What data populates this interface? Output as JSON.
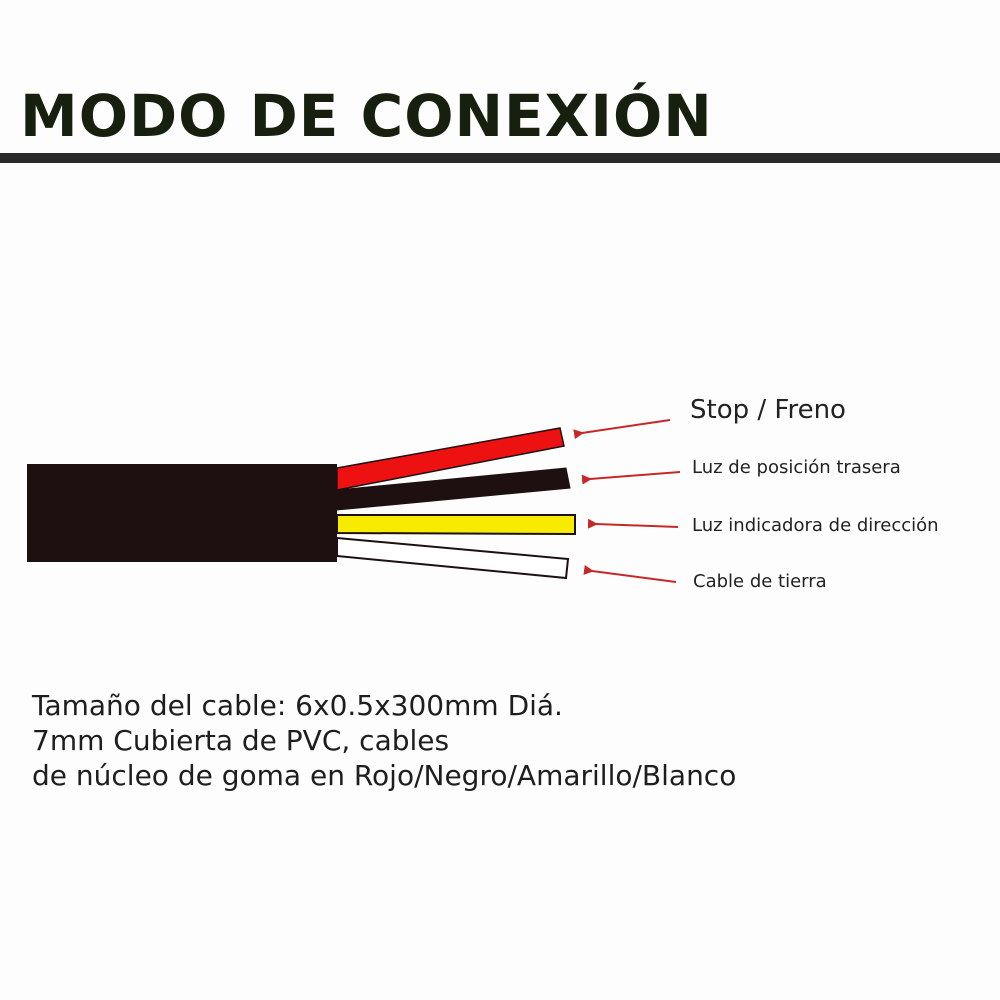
{
  "header": {
    "title": "MODO DE CONEXIÓN"
  },
  "cable": {
    "wires": [
      {
        "color_name": "Rojo",
        "color": "#ee1111",
        "label": "Stop / Freno"
      },
      {
        "color_name": "Negro",
        "color": "#1e1010",
        "label": "Luz de posición trasera"
      },
      {
        "color_name": "Amarillo",
        "color": "#f7ec00",
        "label": "Luz indicadora de dirección"
      },
      {
        "color_name": "Blanco",
        "color": "#ffffff",
        "label": "Cable de tierra"
      }
    ],
    "sheath_color": "#1e1010",
    "arrow_color": "#c62828"
  },
  "description": {
    "lines": [
      "Tamaño del cable: 6x0.5x300mm Diá.",
      "7mm Cubierta de PVC, cables",
      "de núcleo de goma en Rojo/Negro/Amarillo/Blanco"
    ]
  }
}
